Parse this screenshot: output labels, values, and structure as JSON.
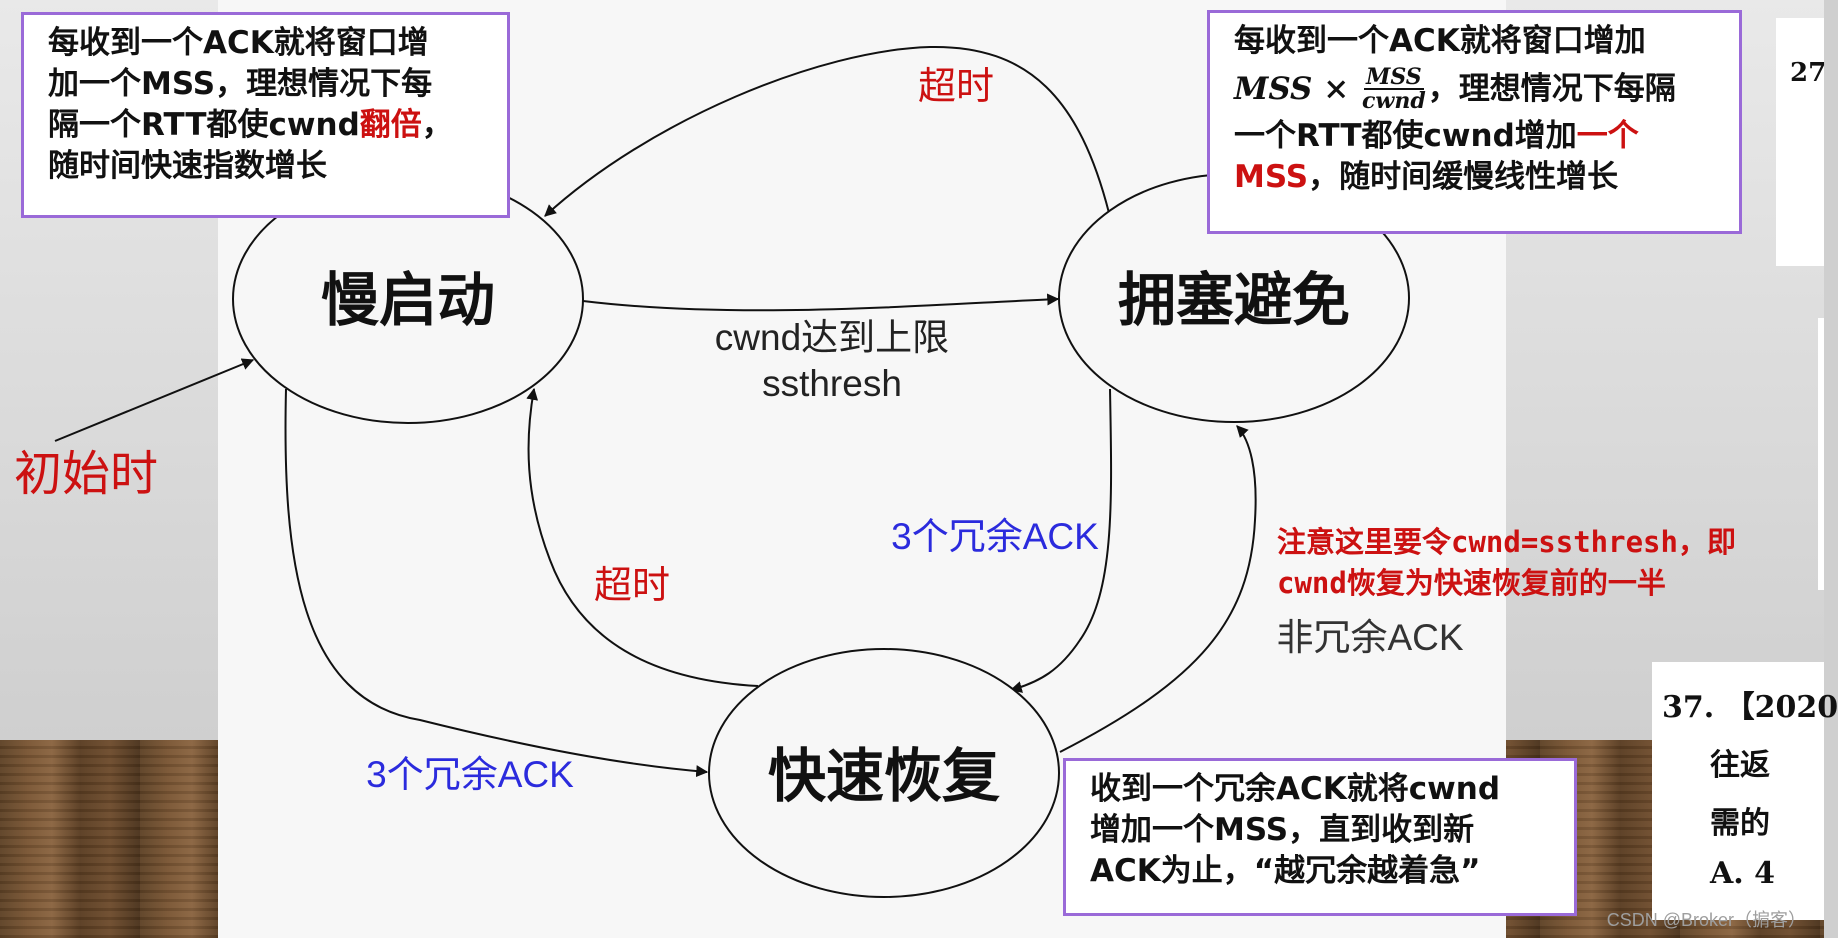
{
  "states": {
    "slow_start": "慢启动",
    "congestion_avoidance": "拥塞避免",
    "fast_recovery": "快速恢复"
  },
  "edges": {
    "timeout_top": "超时",
    "cwnd_limit_line1": "cwnd达到上限",
    "cwnd_limit_line2": "ssthresh",
    "dup_ack_right": "3个冗余ACK",
    "timeout_left": "超时",
    "non_dup_ack": "非冗余ACK",
    "dup_ack_bottom": "3个冗余ACK"
  },
  "initial_label": "初始时",
  "notes": {
    "slow_start": {
      "line1": "每收到一个ACK就将窗口增",
      "line2": "加一个MSS，理想情况下每",
      "line3_prefix": "隔一个RTT都使cwnd",
      "line3_red": "翻倍",
      "line3_suffix": "，",
      "line4": "随时间快速指数增长"
    },
    "congestion_avoidance": {
      "line1": "每收到一个ACK就将窗口增加",
      "math_mss": "MSS",
      "math_times": " × ",
      "frac_num": "MSS",
      "frac_den": "cwnd",
      "line2_suffix": "，理想情况下每隔",
      "line3_prefix": "一个RTT都使cwnd增加",
      "line3_red": "一个",
      "line4_red": "MSS",
      "line4_suffix": "，随时间缓慢线性增长"
    },
    "fast_recovery": {
      "line1": "收到一个冗余ACK就将cwnd",
      "line2": "增加一个MSS，直到收到新",
      "line3": "ACK为止，“越冗余越着急”"
    }
  },
  "attention_note": {
    "line1": "注意这里要令cwnd=ssthresh，即",
    "line2": "cwnd恢复为快速恢复前的一半"
  },
  "right_edge": {
    "q27": "27",
    "q37_line1": "37. 【2020",
    "q37_line2": "往返",
    "q37_line3": "需的",
    "q37_line4": "A. 4"
  },
  "watermark": "CSDN @Broker（掮客）",
  "colors": {
    "annotation_red": "#cc1111",
    "annotation_blue": "#2b2bdd",
    "note_border": "#9a6ad8"
  }
}
